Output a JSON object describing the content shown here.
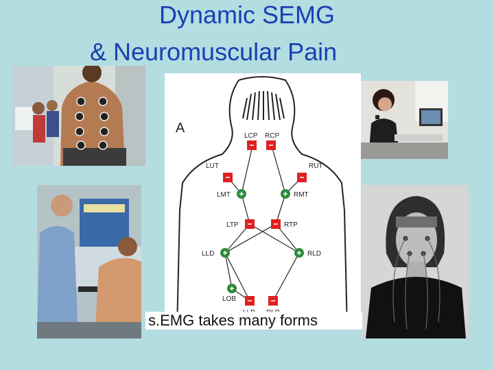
{
  "slide": {
    "title_line1": "Dynamic SEMG",
    "title_line2": "& Neuromuscular Pain",
    "caption": "s.EMG takes many forms"
  },
  "diagram": {
    "panel_label": "A",
    "electrodes": [
      {
        "label": "LCP",
        "sign": "neg"
      },
      {
        "label": "RCP",
        "sign": "neg"
      },
      {
        "label": "LUT",
        "sign": "neg"
      },
      {
        "label": "RUT",
        "sign": "neg"
      },
      {
        "label": "LMT",
        "sign": "pos"
      },
      {
        "label": "RMT",
        "sign": "pos"
      },
      {
        "label": "LTP",
        "sign": "neg"
      },
      {
        "label": "RTP",
        "sign": "neg"
      },
      {
        "label": "LLD",
        "sign": "pos"
      },
      {
        "label": "RLD",
        "sign": "pos"
      },
      {
        "label": "LOB",
        "sign": "pos"
      },
      {
        "label": "LLP",
        "sign": "neg"
      },
      {
        "label": "RLP",
        "sign": "neg"
      }
    ]
  },
  "colors": {
    "background": "#b3dde1",
    "title": "#1a3fb4",
    "negative_electrode": "#e02020",
    "positive_electrode": "#2f8a3a"
  }
}
